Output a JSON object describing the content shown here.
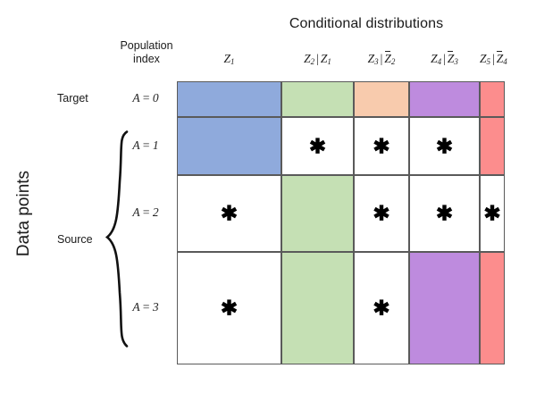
{
  "figure": {
    "title": "Conditional distributions",
    "vertical_axis_title": "Data points",
    "population_index_caption": "Population\nindex",
    "population_index_line1": "Population",
    "population_index_line2": "index",
    "target_label": "Target",
    "source_label": "Source",
    "star_glyph": "✱"
  },
  "colors": {
    "blue": "#8FAADC",
    "green": "#C5E0B4",
    "orange": "#F8CBAD",
    "purple": "#BE8BDE",
    "red": "#FC8D8D",
    "white": "#FFFFFF",
    "border": "#5A5A5A",
    "text": "#1A1A1A"
  },
  "columns": [
    {
      "key": "c1",
      "z": "Z",
      "zsub": "1",
      "given": null,
      "given_sub": null,
      "given_bar": false,
      "label": "Z₁"
    },
    {
      "key": "c2",
      "z": "Z",
      "zsub": "2",
      "given": "Z",
      "given_sub": "1",
      "given_bar": false,
      "label": "Z₂ | Z₁"
    },
    {
      "key": "c3",
      "z": "Z",
      "zsub": "3",
      "given": "Z",
      "given_sub": "2",
      "given_bar": true,
      "label": "Z₃ | Z̄₂"
    },
    {
      "key": "c4",
      "z": "Z",
      "zsub": "4",
      "given": "Z",
      "given_sub": "3",
      "given_bar": true,
      "label": "Z₄ | Z̄₃"
    },
    {
      "key": "c5",
      "z": "Z",
      "zsub": "5",
      "given": "Z",
      "given_sub": "4",
      "given_bar": true,
      "label": "Z₅ | Z̄₄"
    }
  ],
  "rows": [
    {
      "key": "r0",
      "label": "A = 0",
      "group": "Target",
      "cells": [
        {
          "fill": "blue",
          "star": false
        },
        {
          "fill": "green",
          "star": false
        },
        {
          "fill": "orange",
          "star": false
        },
        {
          "fill": "purple",
          "star": false
        },
        {
          "fill": "red",
          "star": false
        }
      ]
    },
    {
      "key": "r1",
      "label": "A = 1",
      "group": "Source",
      "cells": [
        {
          "fill": "blue",
          "star": false
        },
        {
          "fill": "white",
          "star": true
        },
        {
          "fill": "white",
          "star": true
        },
        {
          "fill": "white",
          "star": true
        },
        {
          "fill": "red",
          "star": false
        }
      ]
    },
    {
      "key": "r2",
      "label": "A = 2",
      "group": "Source",
      "cells": [
        {
          "fill": "white",
          "star": true
        },
        {
          "fill": "green",
          "star": false
        },
        {
          "fill": "white",
          "star": true
        },
        {
          "fill": "white",
          "star": true
        },
        {
          "fill": "white",
          "star": true
        }
      ]
    },
    {
      "key": "r3",
      "label": "A = 3",
      "group": "Source",
      "cells": [
        {
          "fill": "white",
          "star": true
        },
        {
          "fill": "green",
          "star": false
        },
        {
          "fill": "white",
          "star": true
        },
        {
          "fill": "purple",
          "star": false
        },
        {
          "fill": "red",
          "star": false
        }
      ]
    }
  ],
  "geometry": {
    "col_x": [
      0,
      117,
      198,
      260,
      339,
      367
    ],
    "row_y": [
      0,
      40,
      105,
      191,
      317
    ]
  }
}
